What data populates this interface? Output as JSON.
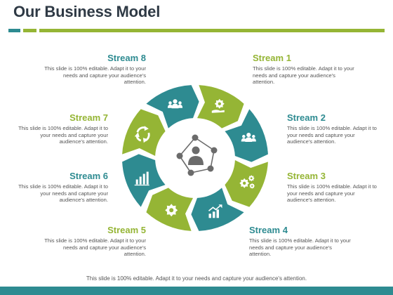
{
  "title": "Our Business Model",
  "colors": {
    "teal": "#2e8b91",
    "green": "#95b535",
    "center_icon": "#6b6b6b"
  },
  "streams": [
    {
      "label": "Stream 1",
      "desc": "This slide is 100% editable. Adapt it to your needs and capture your audience's attention.",
      "color": "green",
      "icon": "gear-hand-icon"
    },
    {
      "label": "Stream 2",
      "desc": "This slide is 100% editable. Adapt it to your needs and capture your audience's attention.",
      "color": "teal",
      "icon": "team-icon"
    },
    {
      "label": "Stream 3",
      "desc": "This slide is 100% editable. Adapt it to your needs and capture your audience's attention.",
      "color": "green",
      "icon": "gears-icon"
    },
    {
      "label": "Stream 4",
      "desc": "This slide is 100% editable. Adapt it to your needs and capture your audience's attention.",
      "color": "teal",
      "icon": "growth-chart-icon"
    },
    {
      "label": "Stream 5",
      "desc": "This slide is 100% editable. Adapt it to your needs and capture your audience's attention.",
      "color": "green",
      "icon": "gear-icon"
    },
    {
      "label": "Stream 6",
      "desc": "This slide is 100% editable. Adapt it to your needs and capture your audience's attention.",
      "color": "teal",
      "icon": "bar-chart-icon"
    },
    {
      "label": "Stream 7",
      "desc": "This slide is 100% editable. Adapt it to your needs and capture your audience's attention.",
      "color": "green",
      "icon": "recycle-arrows-icon"
    },
    {
      "label": "Stream 8",
      "desc": "This slide is 100% editable. Adapt it to your needs and capture your audience's attention.",
      "color": "teal",
      "icon": "team-icon"
    }
  ],
  "center_icon": "business-network-icon",
  "footer": "This slide is 100% editable.  Adapt it to your needs and capture your audience's attention."
}
